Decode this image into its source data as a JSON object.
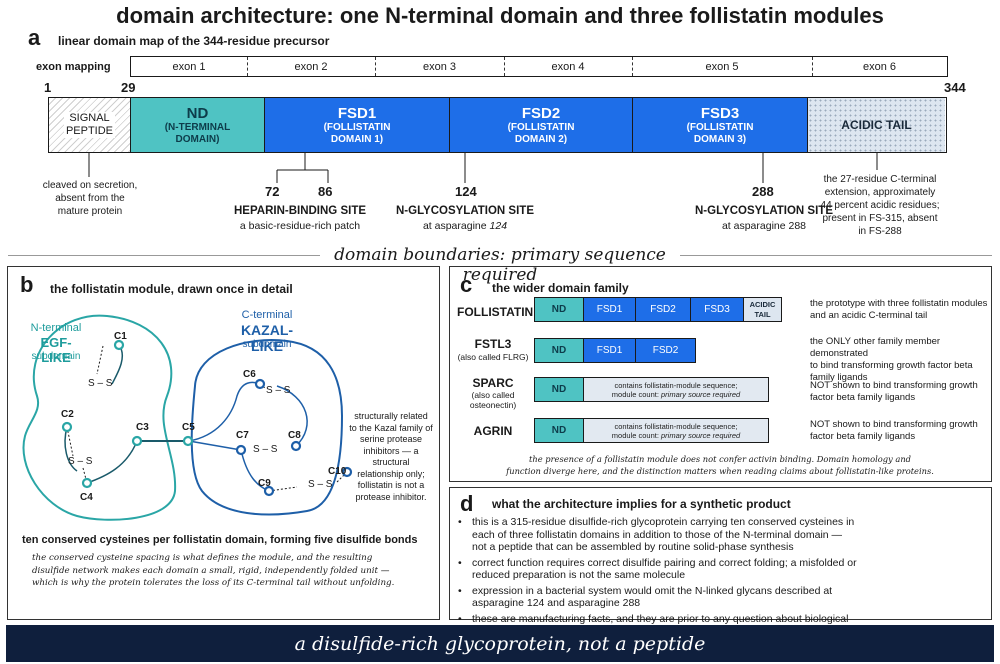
{
  "title": "domain architecture: one N-terminal domain and three follistatin modules",
  "panel_a": {
    "letter": "a",
    "title": "linear domain map of the 344-residue precursor",
    "exon_label": "exon mapping",
    "exons": [
      "exon 1",
      "exon 2",
      "exon 3",
      "exon 4",
      "exon 5",
      "exon 6"
    ],
    "pos_start": "1",
    "pos_29": "29",
    "pos_end": "344",
    "domains": {
      "signal": "SIGNAL\nPEPTIDE",
      "nd_label": "ND",
      "nd_sub": "(N-TERMINAL\nDOMAIN)",
      "fsd1_label": "FSD1",
      "fsd1_sub": "(FOLLISTATIN\nDOMAIN 1)",
      "fsd2_label": "FSD2",
      "fsd2_sub": "(FOLLISTATIN\nDOMAIN 2)",
      "fsd3_label": "FSD3",
      "fsd3_sub": "(FOLLISTATIN\nDOMAIN 3)",
      "acidic": "ACIDIC TAIL"
    },
    "signal_note": "cleaved on secretion,\nabsent from the\nmature protein",
    "heparin": {
      "pos1": "72",
      "pos2": "86",
      "title": "HEPARIN-BINDING SITE",
      "sub": "a basic-residue-rich patch"
    },
    "glyco1": {
      "pos": "124",
      "title": "N-GLYCOSYLATION SITE",
      "sub_prefix": "at asparagine ",
      "sub_num": "124"
    },
    "glyco2": {
      "pos": "288",
      "title": "N-GLYCOSYLATION SITE",
      "sub": "at asparagine 288"
    },
    "tail_note": "the 27-residue C-terminal\nextension, approximately\n44 percent acidic residues;\npresent in FS-315, absent\nin FS-288"
  },
  "banner_mid": "domain boundaries: primary sequence required",
  "panel_b": {
    "letter": "b",
    "title": "the follistatin module, drawn once in detail",
    "egf_1": "N-terminal",
    "egf_2": "EGF-LIKE",
    "egf_3": "subdomain",
    "kazal_1": "C-terminal",
    "kazal_2": "KAZAL-LIKE",
    "kazal_3": "subdomain",
    "cysteines": [
      "C1",
      "C2",
      "C3",
      "C4",
      "C5",
      "C6",
      "C7",
      "C8",
      "C9",
      "C10"
    ],
    "ss": "S – S",
    "kazal_note": "structurally related\nto the Kazal family of\nserine protease\ninhibitors — a\nstructural\nrelationship only;\nfollistatin is not a\nprotease inhibitor.",
    "caption": "ten conserved cysteines per follistatin domain, forming five disulfide bonds",
    "body": "the conserved cysteine spacing is what defines the module, and the resulting\ndisulfide network makes each domain a small, rigid, independently folded unit —\nwhich is why the protein tolerates the loss of its C-terminal tail without unfolding."
  },
  "panel_c": {
    "letter": "c",
    "title": "the wider domain family",
    "rows": [
      {
        "name": "FOLLISTATIN",
        "alias": "",
        "desc": "the prototype with three follistatin modules\nand an acidic C-terminal tail"
      },
      {
        "name": "FSTL3",
        "alias": "(also called FLRG)",
        "desc": "the ONLY other family member demonstrated\nto bind transforming growth factor beta\nfamily ligands"
      },
      {
        "name": "SPARC",
        "alias": "(also called\nosteonectin)",
        "desc": "NOT shown to bind transforming growth\nfactor beta family ligands"
      },
      {
        "name": "AGRIN",
        "alias": "",
        "desc": "NOT shown to bind transforming growth\nfactor beta family ligands"
      }
    ],
    "seg_nd": "ND",
    "seg_fsd1": "FSD1",
    "seg_fsd2": "FSD2",
    "seg_fsd3": "FSD3",
    "seg_acidic": "ACIDIC\nTAIL",
    "seq_note_1": "contains follistatin-module sequence;",
    "seq_note_2_prefix": "module count: ",
    "seq_note_2_italic": "primary source required",
    "footer": "the presence of a follistatin module does not confer activin binding. Domain homology and\nfunction diverge here, and the distinction matters when reading claims about follistatin-like proteins."
  },
  "panel_d": {
    "letter": "d",
    "title": "what the architecture implies for a synthetic product",
    "bullets": [
      "this is a 315-residue disulfide-rich glycoprotein carrying ten conserved cysteines in each of three follistatin domains in addition to those of the N-terminal domain — not a peptide that can be assembled by routine solid-phase synthesis",
      "correct function requires correct disulfide pairing and correct folding; a misfolded or reduced preparation is not the same molecule",
      "expression in a bacterial system would omit the N-linked glycans described at asparagine 124 and asparagine 288",
      "these are manufacturing facts, and they are prior to any question about biological effect"
    ]
  },
  "footer_banner": "a disulfide-rich glycoprotein, not a peptide",
  "colors": {
    "nd": "#4fc3c3",
    "fsd": "#1e6ee8",
    "acidic": "#dde6f0",
    "teal_text": "#1e9c9c",
    "blue_text": "#1e5fa8",
    "banner": "#0f1f3d"
  }
}
